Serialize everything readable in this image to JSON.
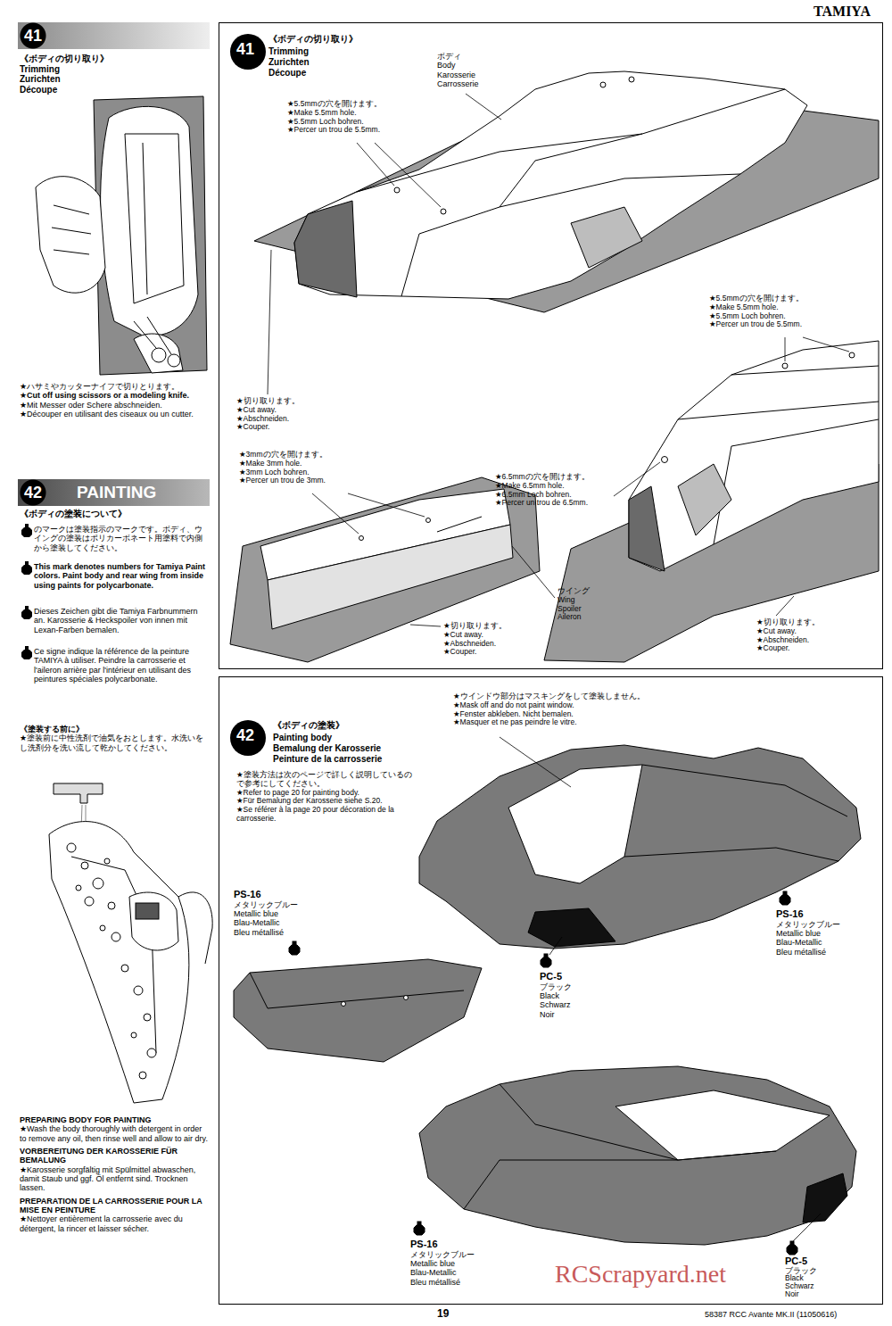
{
  "diagram": {
    "nodes": [
      {
        "text": [
          "41"
        ]
      },
      {
        "text": [
          "42",
          "PAINTING"
        ]
      },
      {
        "text": [
          "《ボディの切り取り》",
          "Trimming",
          "Zurichten",
          "Découpe"
        ]
      },
      {
        "text": [
          "41"
        ],
        "in": 2
      },
      {
        "text": [
          "《ボディの塗装》",
          "Painting body",
          "Bemalung der Karosserie",
          "Peinture de la carrosserie"
        ]
      },
      {
        "text": [
          "42"
        ],
        "in": 4
      }
    ],
    "labels": [
      "TAMIYA",
      "《ボディの切り取り》",
      "Trimming",
      "Zurichten",
      "Découpe",
      "★ハサミやカッターナイフで切りとります。",
      "★Cut off using scissors or a modeling knife.",
      "★Mit Messer oder Schere abschneiden.",
      "★Découper en utilisant des ciseaux ou un cutter.",
      "《ボディの塗装について》",
      "のマークは塗装指示のマークです。ボディ、ウイングの塗装はポリカーボネート用塗料で内側から塗装してください。",
      "This mark denotes numbers for Tamiya Paint colors. Paint body and rear wing from inside using paints for polycarbonate.",
      "Dieses Zeichen gibt die Tamiya Farbnummern an. Karosserie & Heckspoiler von innen mit Lexan-Farben bemalen.",
      "Ce signe indique la référence de la peinture TAMIYA à utiliser. Peindre la carrosserie et l'aileron arrière par l'intérieur en utilisant des peintures spéciales polycarbonate.",
      "《塗装する前に》",
      "★塗装前に中性洗剤で油気をおとします。水洗いをし洗剤分を洗い流して乾かしてください。",
      "PREPARING BODY FOR PAINTING",
      "★Wash the body thoroughly with detergent in order to remove any oil, then rinse well and allow to air dry.",
      "VORBEREITUNG DER KAROSSERIE FÜR BEMALUNG",
      "★Karosserie sorgfältig mit Spülmittel abwaschen, damit Staub und ggf. Öl entfernt sind. Trocknen lassen.",
      "PREPARATION DE LA CARROSSERIE POUR LA MISE EN PEINTURE",
      "★Nettoyer entièrement la carrosserie avec du détergent, la rincer et laisser sécher.",
      "ボディ",
      "Body",
      "Karosserie",
      "Carrosserie",
      "★5.5mmの穴を開けます。",
      "★Make 5.5mm hole.",
      "★5.5mm Loch bohren.",
      "★Percer un trou de 5.5mm.",
      "★5.5mmの穴を開けます。",
      "★Make 5.5mm hole.",
      "★5.5mm Loch bohren.",
      "★Percer un trou de 5.5mm.",
      "★切り取ります。",
      "★Cut away.",
      "★Abschneiden.",
      "★Couper.",
      "★6.5mmの穴を開けます。",
      "★Make 6.5mm hole.",
      "★6.5mm Loch bohren.",
      "★Percer un trou de 6.5mm.",
      "★3mmの穴を開けます。",
      "★Make 3mm hole.",
      "★3mm Loch bohren.",
      "★Percer un trou de 3mm.",
      "ウイング",
      "Wing",
      "Spoiler",
      "Aileron",
      "★切り取ります。",
      "★Cut away.",
      "★Abschneiden.",
      "★Couper.",
      "★切り取ります。",
      "★Cut away.",
      "★Abschneiden.",
      "★Couper.",
      "★ウインドウ部分はマスキングをして塗装しません。",
      "★Mask off and do not paint window.",
      "★Fenster abkleben. Nicht bemalen.",
      "★Masquer et ne pas peindre le vitre.",
      "★塗装方法は次のページで詳しく説明しているので参考にしてください。",
      "★Refer to page 20 for painting body.",
      "★Für Bemalung der Karosserie siehe S.20.",
      "★Se référer à la page 20 pour décoration de la carrosserie.",
      "PS-16",
      "メタリックブルー",
      "Metallic blue",
      "Blau-Metallic",
      "Bleu métallisé",
      "PC-5",
      "ブラック",
      "Black",
      "Schwarz",
      "Noir",
      "PS-16",
      "メタリックブルー",
      "Metallic blue",
      "Blau-Metallic",
      "Bleu métallisé",
      "PS-16",
      "メタリックブルー",
      "Metallic blue",
      "Blau-Metallic",
      "Bleu métallisé",
      "PC-5",
      "ブラック",
      "Black",
      "Schwarz",
      "Noir",
      "19",
      "58387 RCC Avante MK.II (11050616)",
      "RCScrapyard.net"
    ]
  }
}
